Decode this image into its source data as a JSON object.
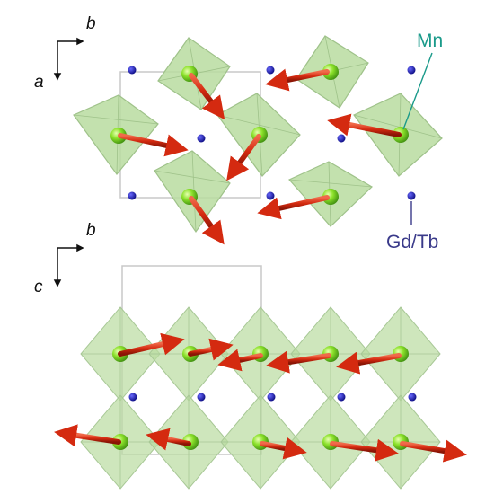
{
  "top_panel": {
    "axis_horizontal": "b",
    "axis_vertical": "a"
  },
  "bottom_panel": {
    "axis_horizontal": "b",
    "axis_vertical": "c"
  },
  "labels": {
    "mn": "Mn",
    "gd_tb": "Gd/Tb"
  },
  "colors": {
    "mn_atom": "#7ed321",
    "gd_tb_atom": "#1a1aa8",
    "moment_arrow": "#d42a10",
    "octahedron_fill": "#b9dca0",
    "octahedron_edge": "#9fc28a",
    "cell_outline": "#c8c8c8",
    "mn_label": "#1a9a8a",
    "gd_tb_label": "#3a3a8a"
  }
}
